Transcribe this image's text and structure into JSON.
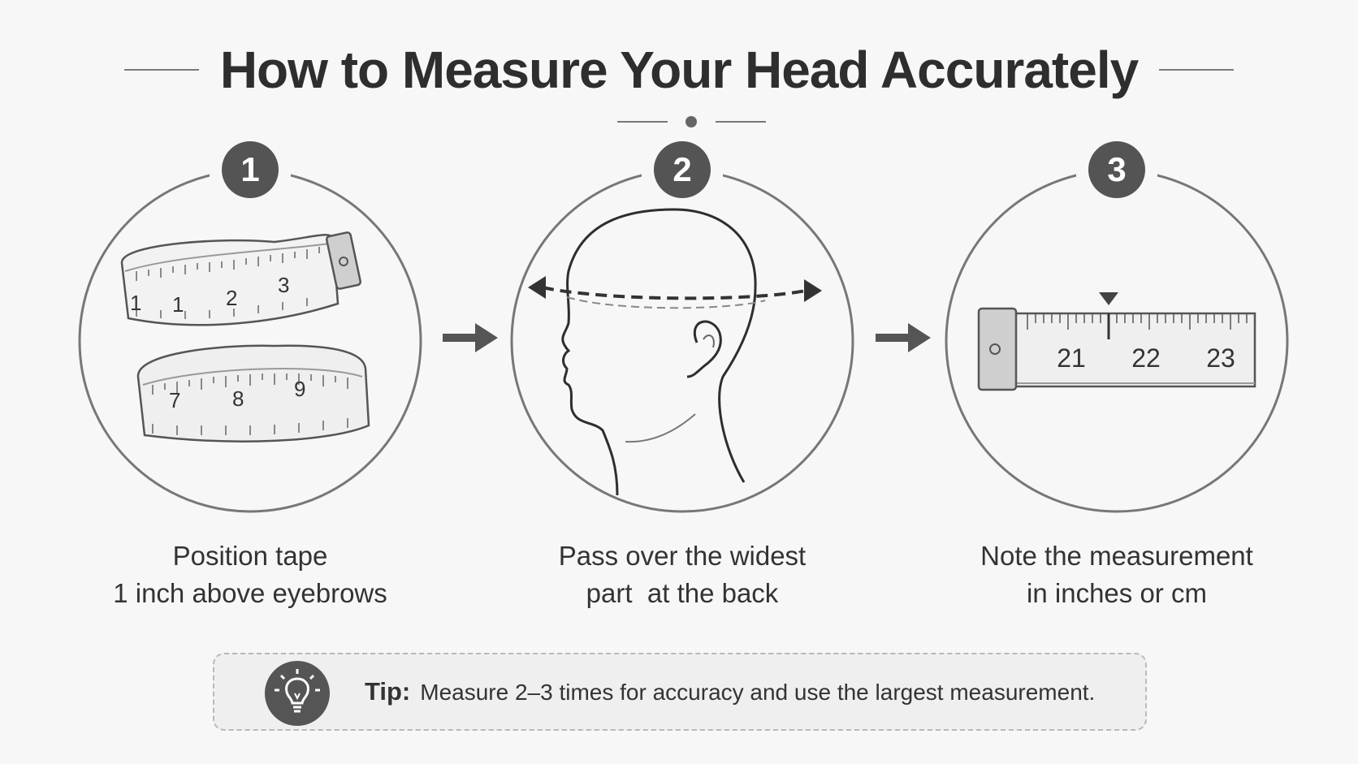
{
  "title": "How to Measure Your Head Accurately",
  "steps": [
    {
      "number": "1",
      "caption_line1": "Position tape",
      "caption_line2": "1 inch above eyebrows",
      "illustration": "coiled-measuring-tape",
      "tape_numbers_top": [
        "1",
        "1",
        "2",
        "3"
      ],
      "tape_numbers_bottom": [
        "7",
        "8",
        "9"
      ]
    },
    {
      "number": "2",
      "caption_line1": "Pass over the widest",
      "caption_line2": "part  at the back",
      "illustration": "head-profile-with-tape"
    },
    {
      "number": "3",
      "caption_line1": "Note the measurement",
      "caption_line2": "in inches or cm",
      "illustration": "tape-reading",
      "scale_numbers": [
        "21",
        "22",
        "23"
      ]
    }
  ],
  "tip": {
    "label": "Tip:",
    "text": "Measure 2–3 times for accuracy and use the largest measurement.",
    "icon": "lightbulb-icon"
  },
  "colors": {
    "background": "#f7f7f7",
    "badge": "#545454",
    "line": "#6e6e6e",
    "text": "#2e2e2e"
  }
}
